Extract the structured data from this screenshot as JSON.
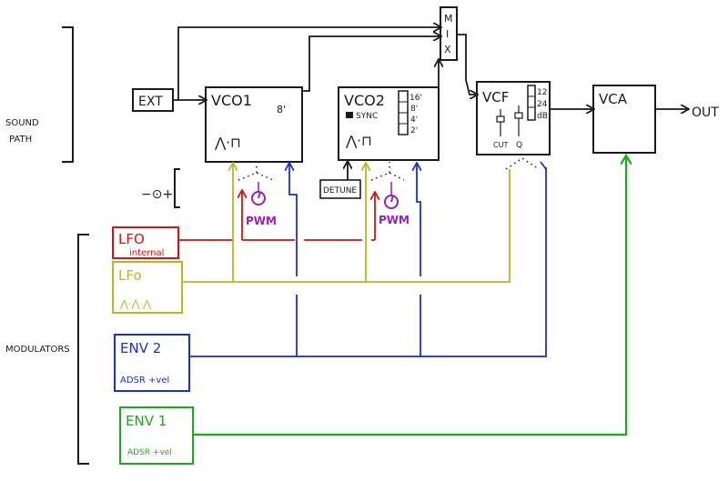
{
  "labels": {
    "sound_path": [
      "SOUND",
      "PATH"
    ],
    "modulators": "MODULATORS",
    "ext": "EXT",
    "out": "OUT",
    "mix_letters": [
      "M",
      "I",
      "X"
    ],
    "tune": "−⊙+",
    "detune": "DETUNE",
    "pwm1": "PWM",
    "pwm2": "PWM"
  },
  "vco1": {
    "title": "VCO1",
    "range": "8'",
    "waves": "⋀·⊓"
  },
  "vco2": {
    "title": "VCO2",
    "sync": "SYNC",
    "waves": "⋀·⊓",
    "feet": [
      "16'",
      "8'",
      "4'",
      "2'"
    ]
  },
  "vcf": {
    "title": "VCF",
    "cut": "CUT",
    "q": "Q",
    "slopes": [
      "12",
      "24",
      "dB"
    ]
  },
  "vca": {
    "title": "VCA"
  },
  "lfo_internal": {
    "title": "LFO",
    "sub": "internal"
  },
  "lfo": {
    "title": "LFo",
    "waves": "⋀·⋀·⋀"
  },
  "env2": {
    "title": "ENV 2",
    "sub": "ADSR +vel"
  },
  "env1": {
    "title": "ENV 1",
    "sub": "ADSR +vel"
  },
  "colors": {
    "ink": "#1a1a1a",
    "lfo_internal": "#d11414",
    "lfo": "#b8b820",
    "env2": "#1a2fd0",
    "env1": "#1aaa1a",
    "pwm": "#9b1fb5"
  }
}
